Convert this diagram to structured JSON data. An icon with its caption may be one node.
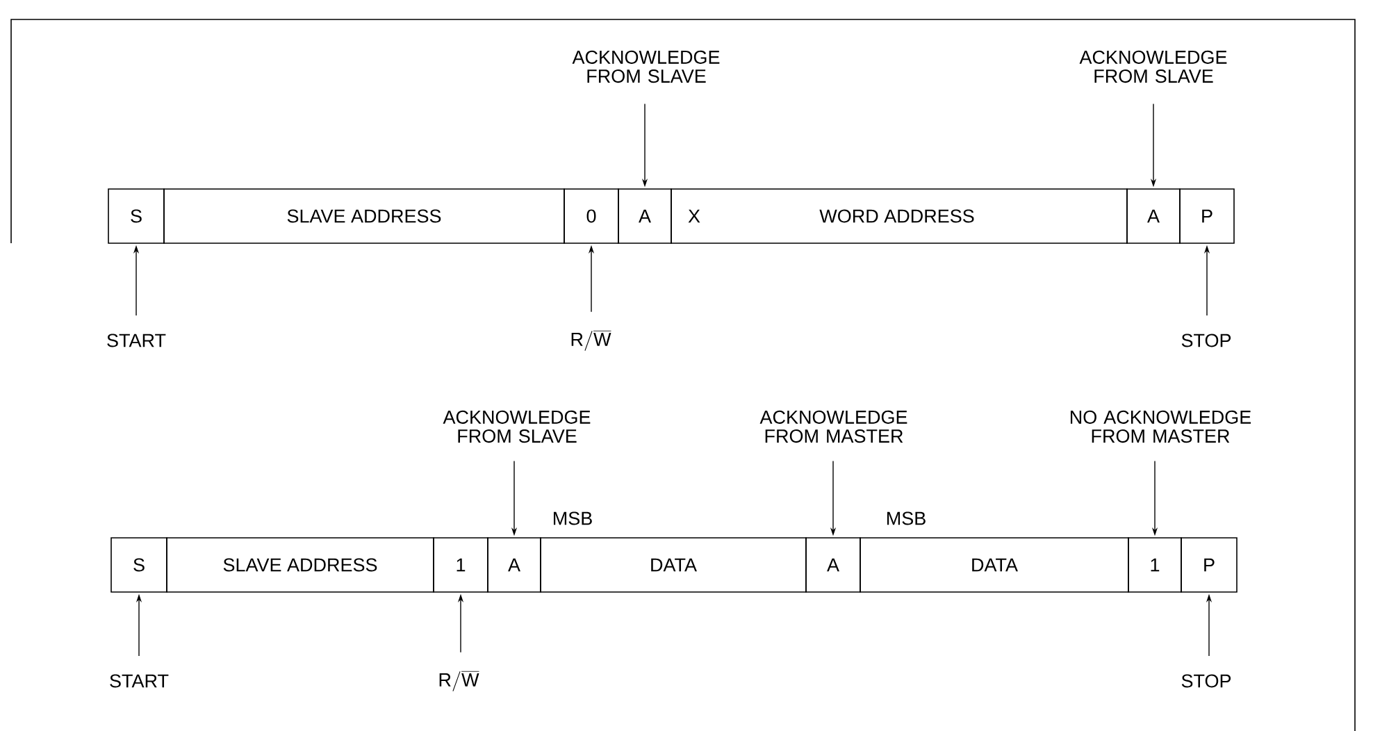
{
  "diagram": {
    "nodes": [
      {
        "text": [
          "ACKNOWLEDGE FROM SLAVE"
        ]
      },
      {
        "text": [
          "ACKNOWLEDGE FROM SLAVE"
        ]
      },
      {
        "text": [
          "S"
        ]
      },
      {
        "text": [
          "SLAVE ADDRESS"
        ]
      },
      {
        "text": [
          "0"
        ]
      },
      {
        "text": [
          "A"
        ]
      },
      {
        "text": [
          "X",
          "WORD ADDRESS"
        ]
      },
      {
        "text": [
          "A"
        ]
      },
      {
        "text": [
          "P"
        ]
      },
      {
        "text": [
          "START"
        ]
      },
      {
        "text": [
          "\\mathrm{R}/\\overline{\\mathrm{W}}"
        ]
      },
      {
        "text": [
          "STOP"
        ]
      },
      {
        "text": [
          "ACKNOWLEDGE FROM SLAVE"
        ]
      },
      {
        "text": [
          "ACKNOWLEDGE FROM MASTER"
        ]
      },
      {
        "text": [
          "NO ACKNOWLEDGE FROM MASTER"
        ]
      },
      {
        "text": [
          "S"
        ]
      },
      {
        "text": [
          "SLAVE ADDRESS"
        ]
      },
      {
        "text": [
          "1"
        ]
      },
      {
        "text": [
          "A"
        ]
      },
      {
        "text": [
          "DATA"
        ]
      },
      {
        "text": [
          "A"
        ]
      },
      {
        "text": [
          "DATA"
        ]
      },
      {
        "text": [
          "1"
        ]
      },
      {
        "text": [
          "P"
        ]
      },
      {
        "text": [
          "START"
        ]
      },
      {
        "text": [
          "\\mathrm{R}/\\overline{\\mathrm{W}}"
        ]
      },
      {
        "text": [
          "STOP"
        ]
      }
    ],
    "edges": [
      {
        "from": 0,
        "to": 5,
        "arrow": "to"
      },
      {
        "from": 1,
        "to": 7,
        "arrow": "to"
      },
      {
        "from": 9,
        "to": 2,
        "arrow": "to"
      },
      {
        "from": 10,
        "to": 4,
        "arrow": "to"
      },
      {
        "from": 11,
        "to": 8,
        "arrow": "to"
      },
      {
        "from": 12,
        "to": 18,
        "arrow": "to"
      },
      {
        "from": 13,
        "to": 20,
        "arrow": "to"
      },
      {
        "from": 14,
        "to": 22,
        "arrow": "to"
      },
      {
        "from": 24,
        "to": 15,
        "arrow": "to"
      },
      {
        "from": 25,
        "to": 17,
        "arrow": "to"
      },
      {
        "from": 26,
        "to": 23,
        "arrow": "to"
      }
    ],
    "labels": [
      "MSB",
      "MSB"
    ]
  }
}
